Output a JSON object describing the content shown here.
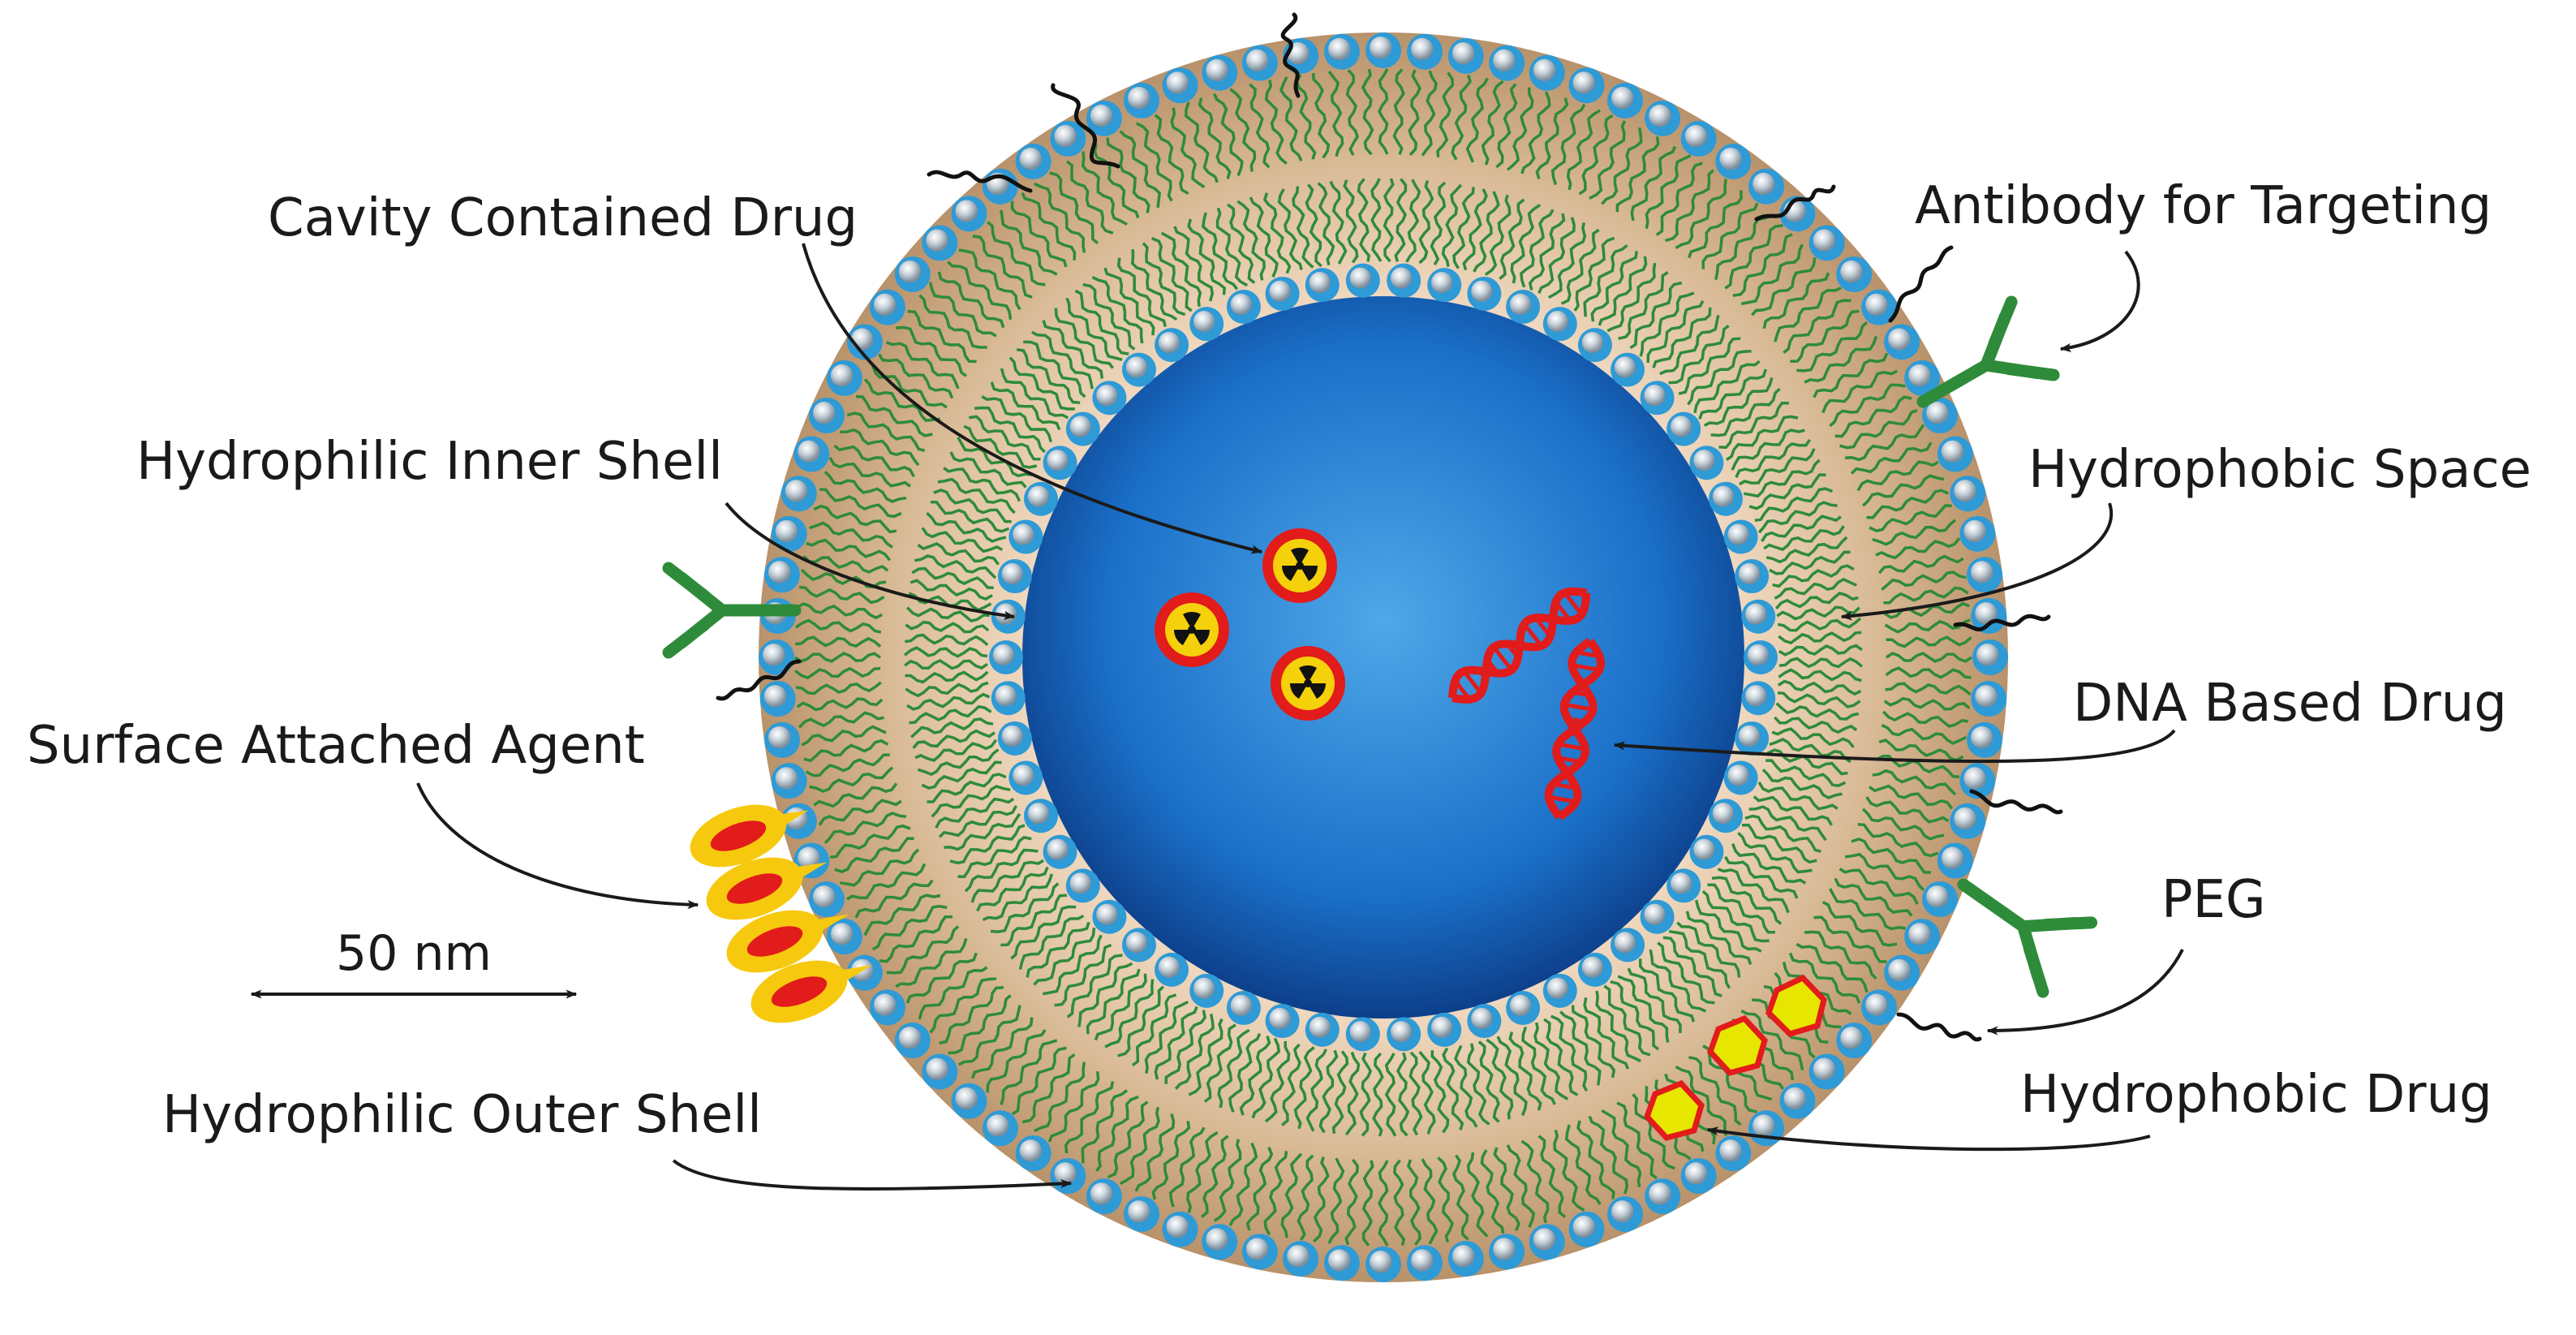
{
  "labels": {
    "cavity_drug": "Cavity Contained Drug",
    "antibody": "Antibody for Targeting",
    "inner_shell": "Hydrophilic Inner Shell",
    "hydrophobic_space": "Hydrophobic Space",
    "dna_drug": "DNA Based Drug",
    "surface_agent": "Surface Attached Agent",
    "peg": "PEG",
    "scale": "50 nm",
    "hydrophobic_drug": "Hydrophobic Drug",
    "outer_shell": "Hydrophilic Outer Shell"
  },
  "colors": {
    "core": "#1565c0",
    "core_light": "#4fa8e8",
    "bilayer": "#d9bc9b",
    "lipid_head": "#2e9ad6",
    "lipid_tail": "#2e8b3a",
    "antibody": "#2e8b3a",
    "radioactive": "#e21b1b",
    "radiation_symbol": "#f4d10a",
    "dna": "#e21b1b",
    "hydrophobic_drug": "#e6e600",
    "surface_agent": "#f6c90e",
    "arrow": "#1a1a1a"
  },
  "icons": [
    "radiation-icon",
    "dna-helix-icon",
    "antibody-icon",
    "peg-chain-icon",
    "hexagon-drug-icon",
    "surface-agent-icon"
  ]
}
